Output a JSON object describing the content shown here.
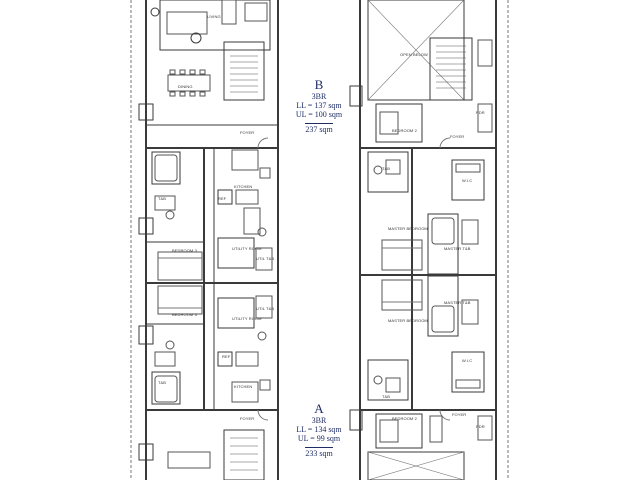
{
  "colors": {
    "wall": "#3a3a3a",
    "line": "#6a6a6a",
    "label_blue": "#1f2d66"
  },
  "unit_b": {
    "letter": "B",
    "type": "3BR",
    "ll": "LL = 137 sqm",
    "ul": "UL = 100 sqm",
    "total": "237 sqm"
  },
  "unit_a": {
    "letter": "A",
    "type": "3BR",
    "ll": "LL = 134 sqm",
    "ul": "UL = 99 sqm",
    "total": "233 sqm"
  },
  "rooms": {
    "living": "LIVING",
    "dining": "DINING",
    "foyer": "FOYER",
    "kitchen": "KITCHEN",
    "ref": "REF",
    "tb": "T&B",
    "bedroom3": "BEDROOM 3",
    "utility_room": "UTILITY ROOM",
    "util_tb": "UTIL T&B",
    "open_below": "OPEN BELOW",
    "bedroom2": "BEDROOM 2",
    "master_bedroom": "MASTER BEDROOM",
    "master_tb": "MASTER T&B",
    "wic": "W.I.C",
    "pdr": "PDR"
  }
}
